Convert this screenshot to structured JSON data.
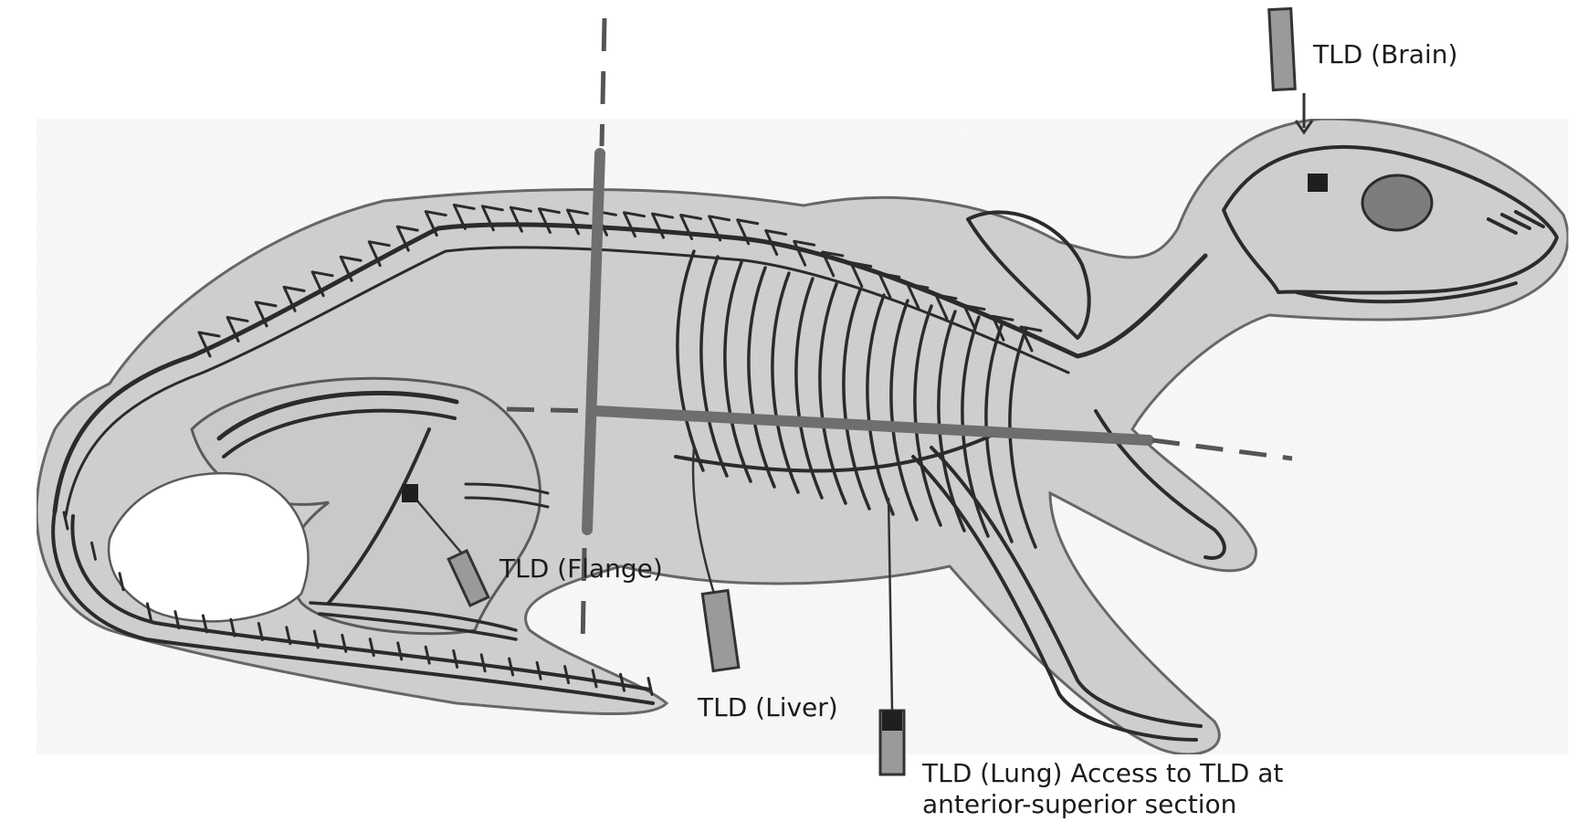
{
  "labels": {
    "brain": "TLD (Brain)",
    "flange": "TLD (Flange)",
    "liver": "TLD (Liver)",
    "lung_line1": "TLD (Lung) Access to TLD at",
    "lung_line2": "anterior-superior section"
  },
  "colors": {
    "paper": "#ffffff",
    "body_shading": "#d4d4d4",
    "outline": "#2b2b2b",
    "rod": "#6e6e6e",
    "dosimeter": "#9a9a9a"
  }
}
